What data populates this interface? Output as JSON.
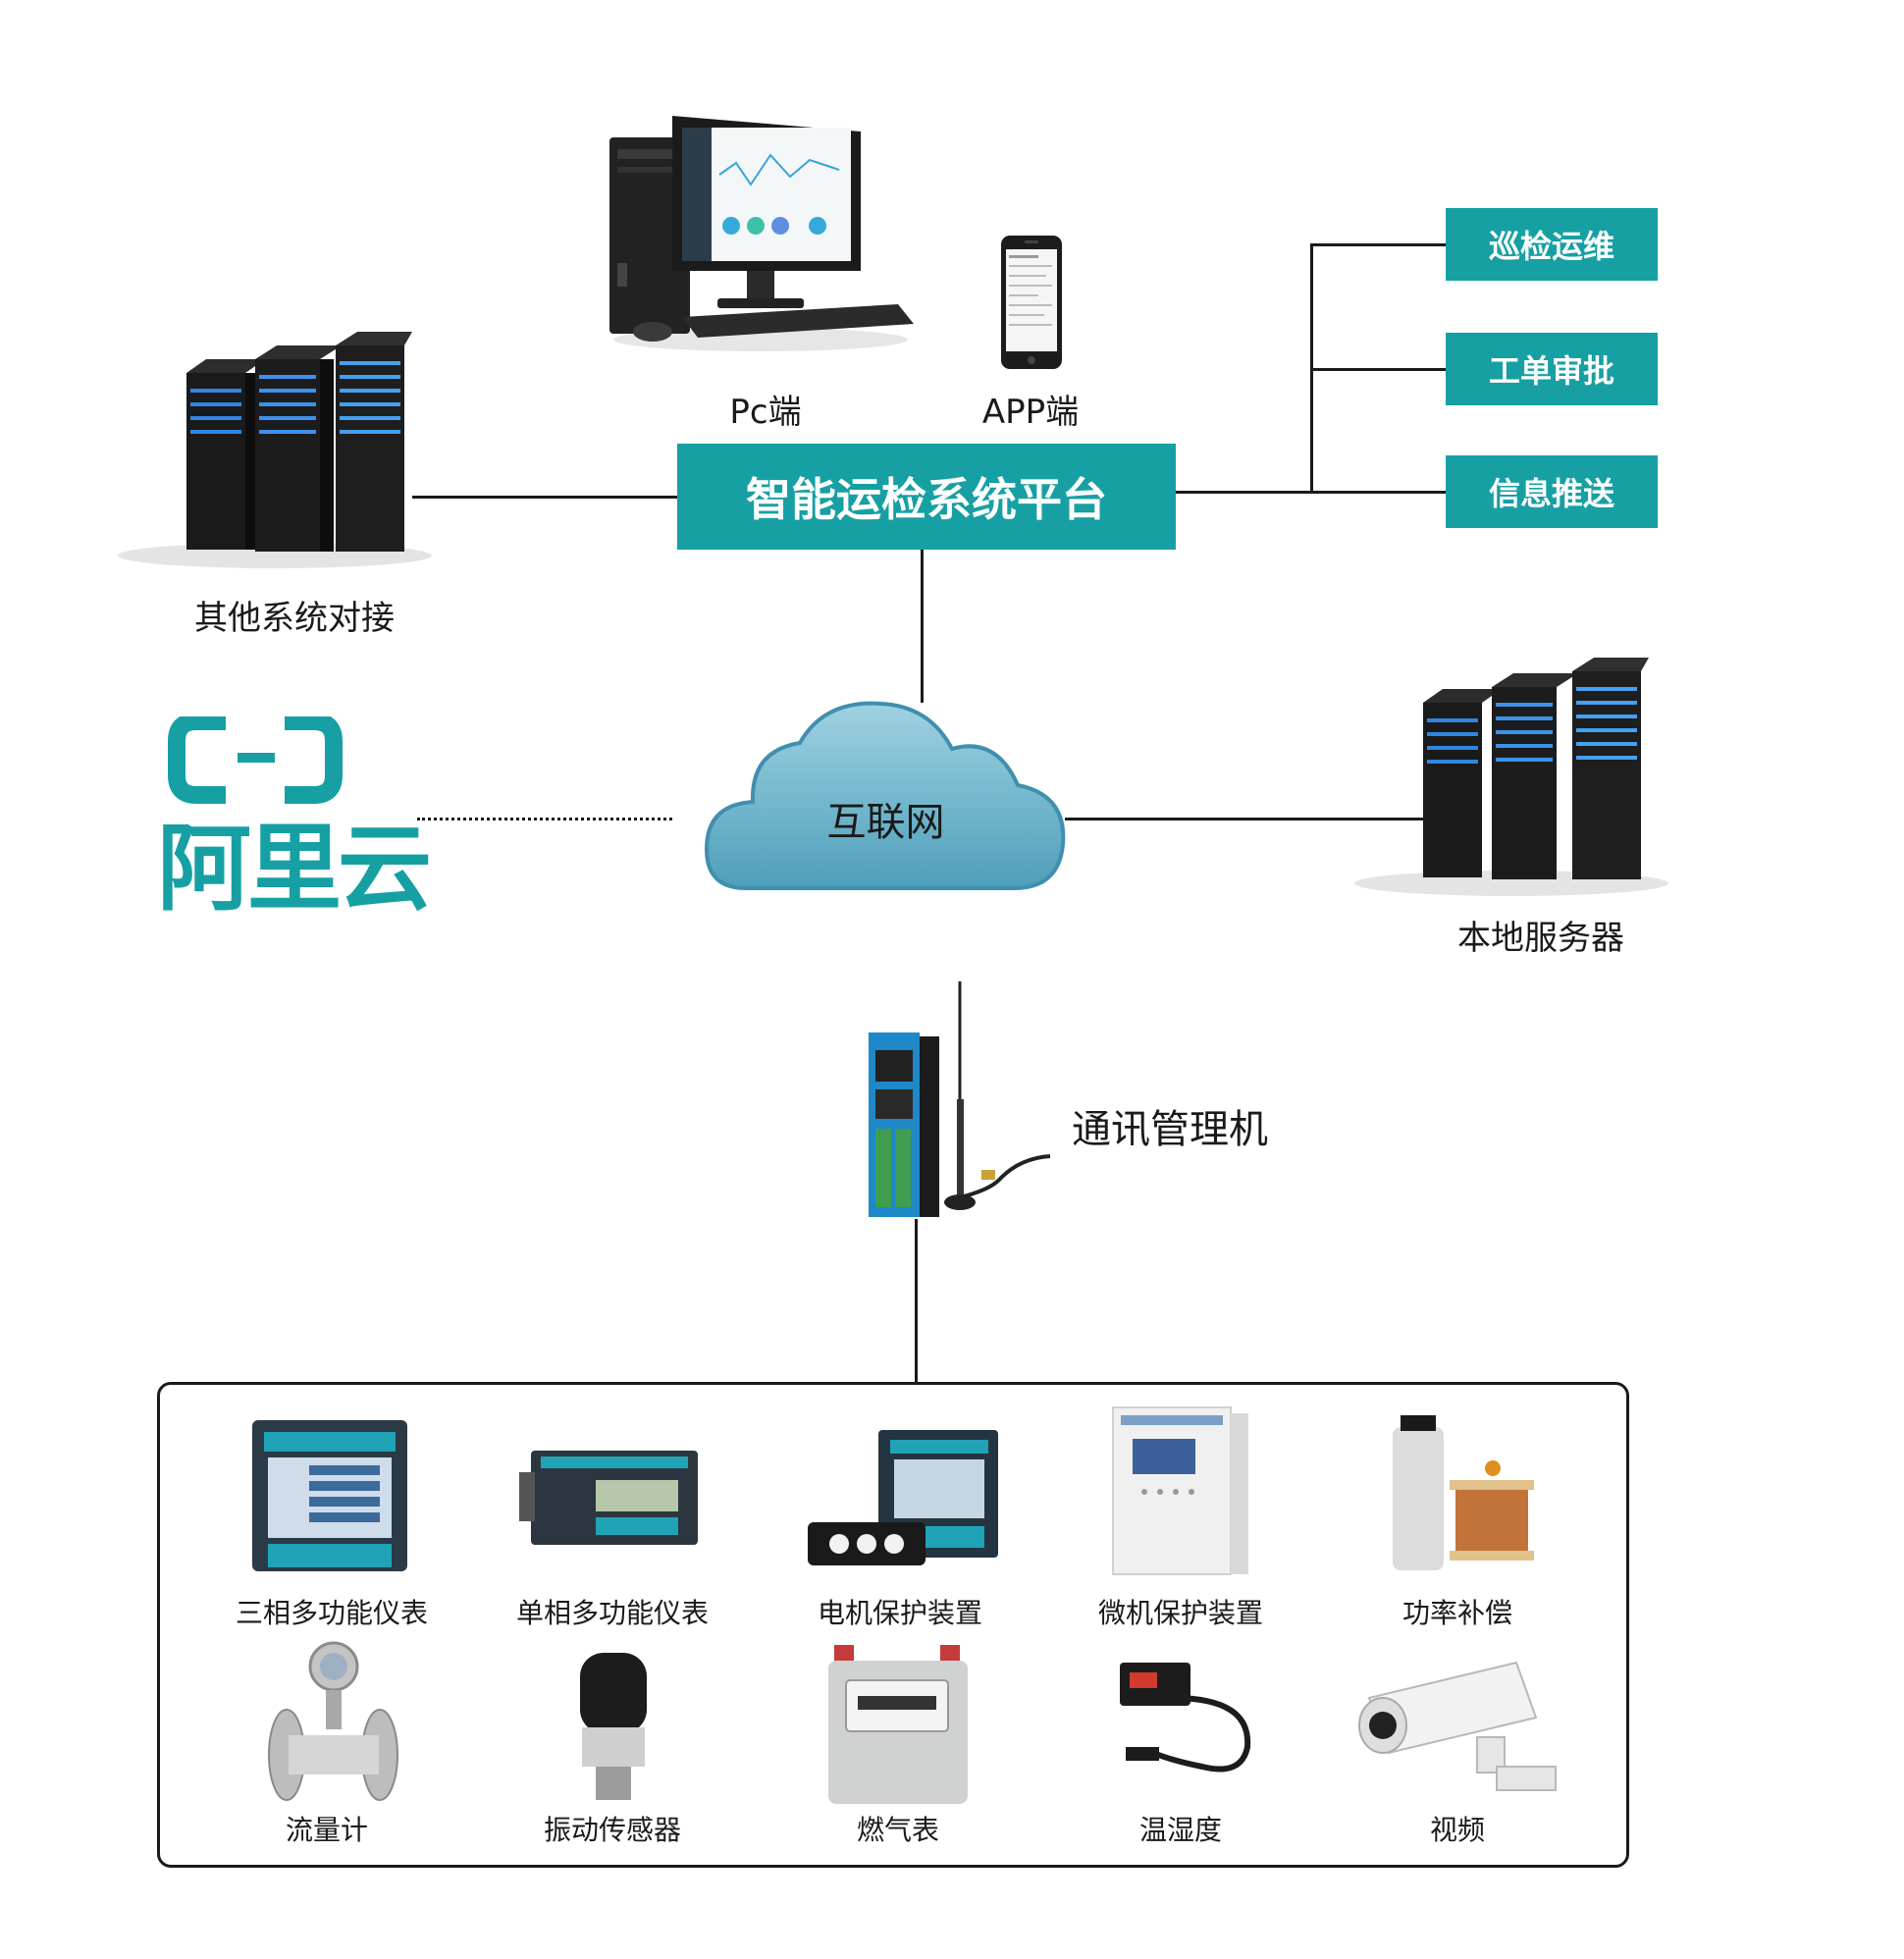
{
  "platform": {
    "title": "智能运检系统平台"
  },
  "clients": {
    "pc_label": "Pc端",
    "app_label": "APP端"
  },
  "functions": [
    "巡检运维",
    "工单审批",
    "信息推送"
  ],
  "other_systems": {
    "label": "其他系统对接"
  },
  "cloud": {
    "label": "互联网"
  },
  "aliyun": {
    "logo_text": "阿里云"
  },
  "local_server": {
    "label": "本地服务器"
  },
  "gateway": {
    "label": "通讯管理机"
  },
  "devices": {
    "row1": [
      "三相多功能仪表",
      "单相多功能仪表",
      "电机保护装置",
      "微机保护装置",
      "功率补偿"
    ],
    "row2": [
      "流量计",
      "振动传感器",
      "燃气表",
      "温湿度",
      "视频"
    ]
  },
  "colors": {
    "accent": "#17a0a3",
    "cloud": "#6fb7cc",
    "line": "#1a1a1a"
  }
}
